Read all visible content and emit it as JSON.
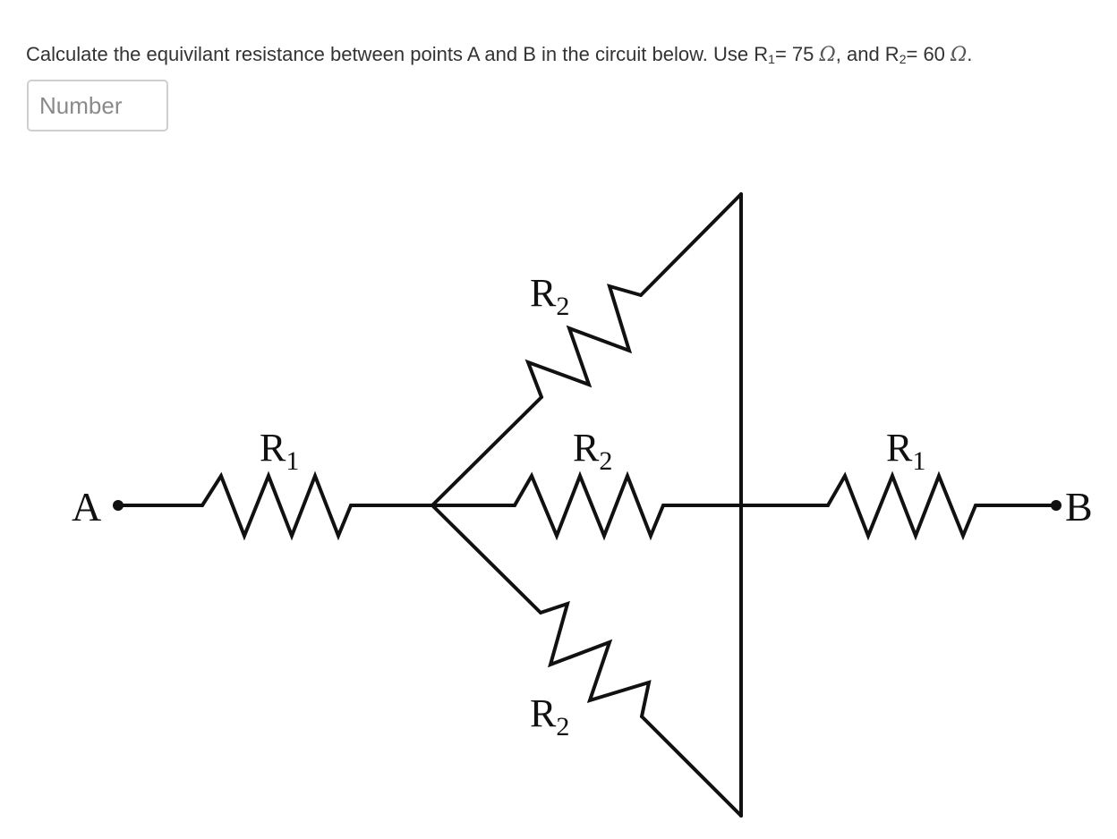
{
  "question": {
    "text_before": "Calculate the equivilant resistance between points A and B in the circuit below. Use R",
    "r1_sub": "1",
    "r1_value": "= 75 ",
    "unit1": "Ω",
    "middle": ", and R",
    "r2_sub": "2",
    "r2_value": "= 60 ",
    "unit2": "Ω",
    "end": "."
  },
  "answer_input": {
    "placeholder": "Number",
    "value": ""
  },
  "circuit": {
    "node_a": "A",
    "node_b": "B",
    "resistor_left": {
      "letter": "R",
      "sub": "1"
    },
    "resistor_top": {
      "letter": "R",
      "sub": "2"
    },
    "resistor_middle": {
      "letter": "R",
      "sub": "2"
    },
    "resistor_bottom": {
      "letter": "R",
      "sub": "2"
    },
    "resistor_right": {
      "letter": "R",
      "sub": "1"
    }
  }
}
